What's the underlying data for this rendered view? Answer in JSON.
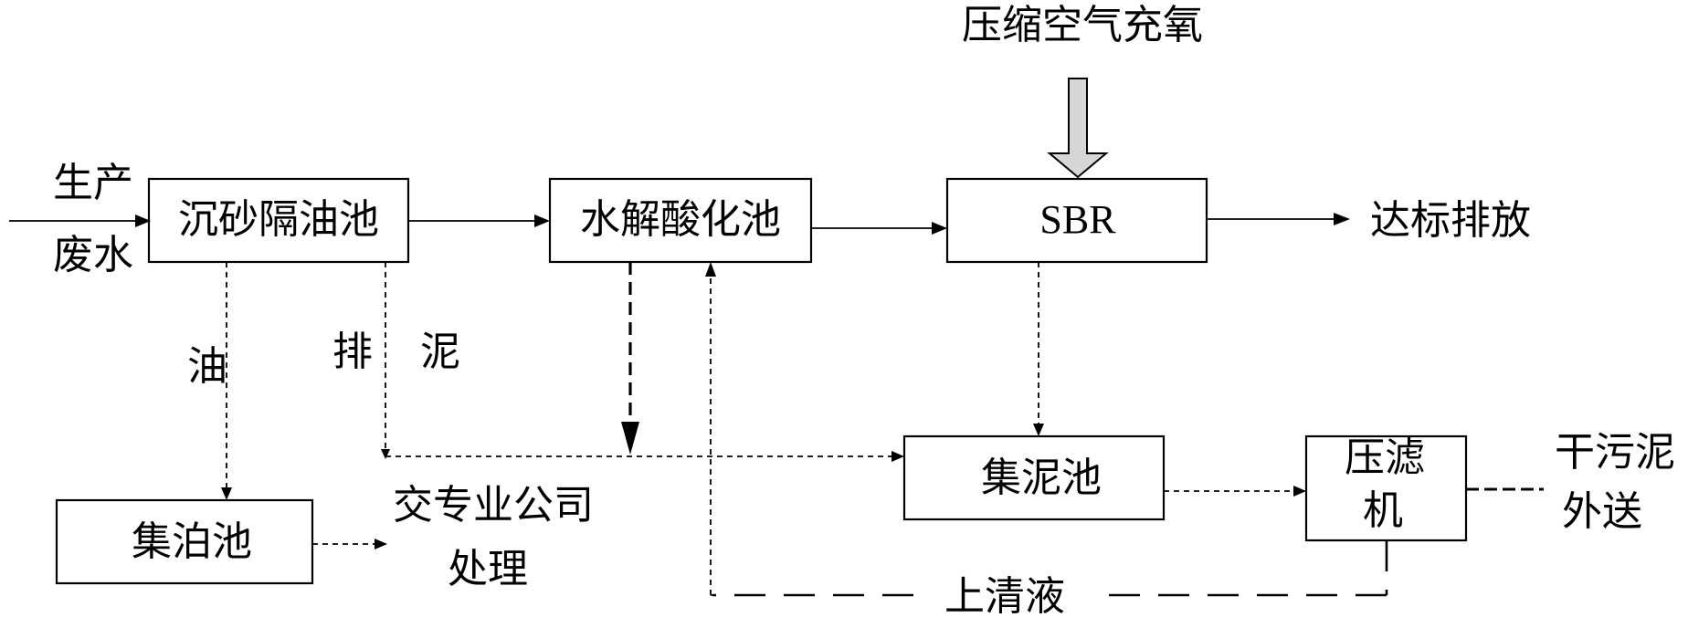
{
  "nodes": {
    "grit_oil_tank": "沉砂隔油池",
    "hydrolysis_tank": "水解酸化池",
    "sbr": "SBR",
    "sludge_tank": "集泥池",
    "oil_tank": "集泊池",
    "filter_press_line1": "压滤",
    "filter_press_line2": "机"
  },
  "labels": {
    "input_line1": "生产",
    "input_line2": "废水",
    "air": "压缩空气充氧",
    "discharge": "达标排放",
    "oil": "油",
    "sludge_a": "排",
    "sludge_b": "泥",
    "company_line1": "交专业公司",
    "company_line2": "处理",
    "dry_sludge_line1": "干污泥",
    "dry_sludge_line2": "外送",
    "supernatant": "上清液"
  }
}
